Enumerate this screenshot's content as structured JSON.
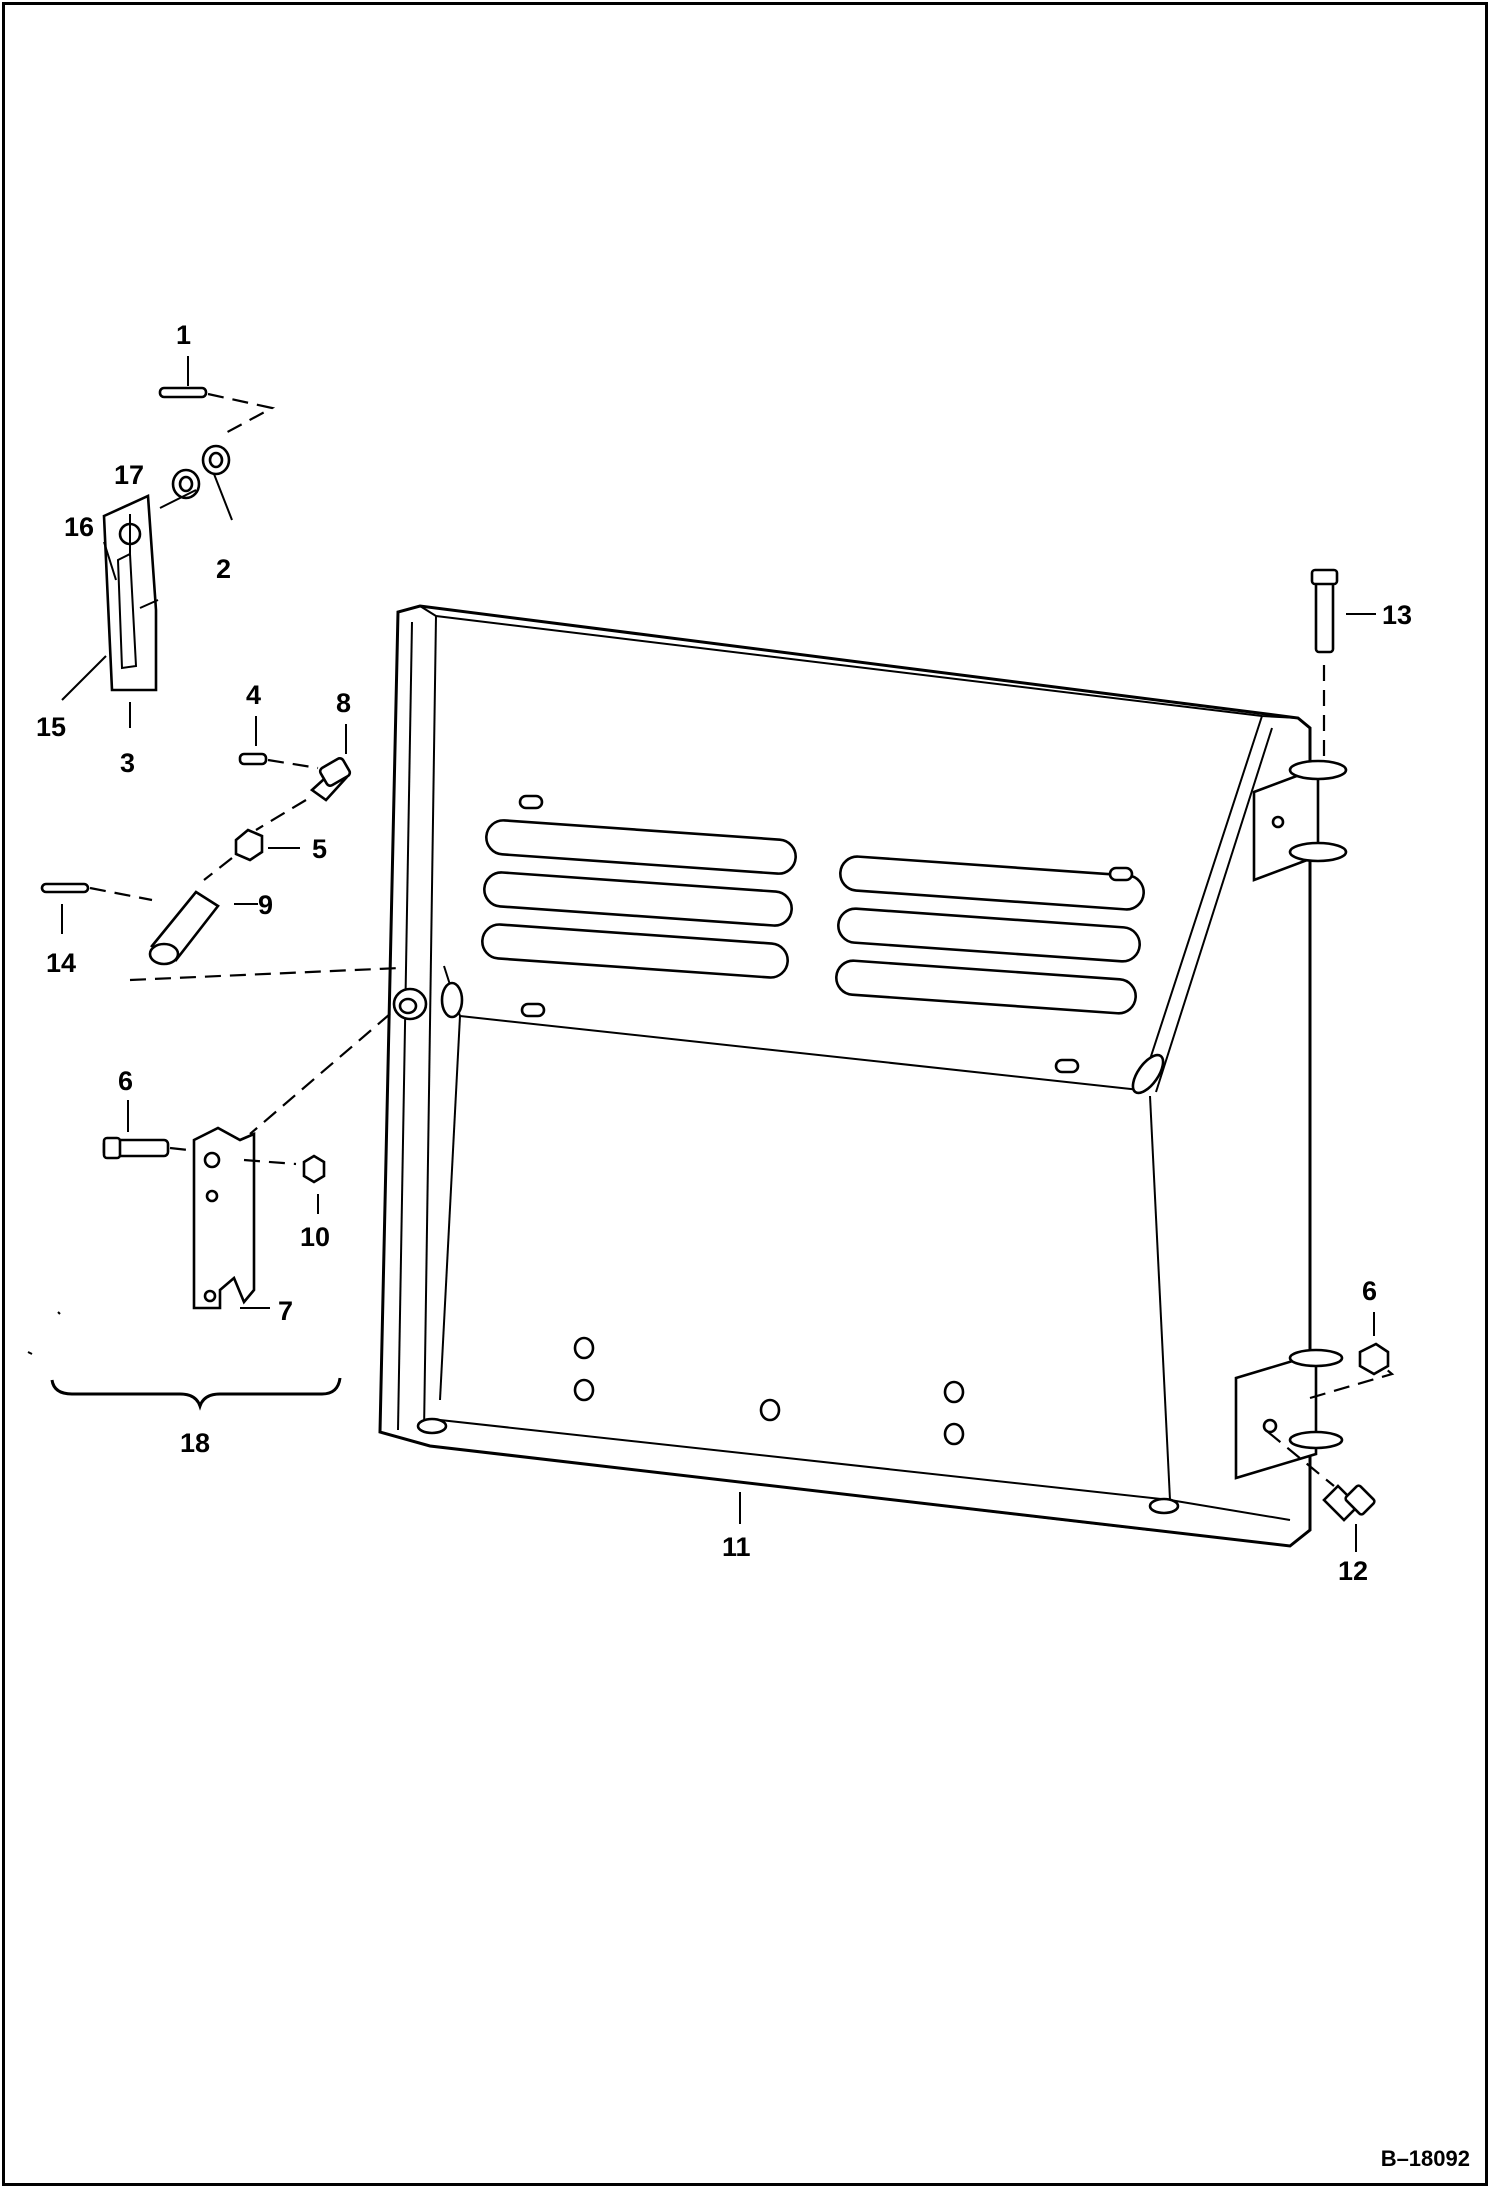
{
  "callouts": {
    "c1": "1",
    "c2": "2",
    "c3": "3",
    "c4": "4",
    "c5": "5",
    "c6a": "6",
    "c6b": "6",
    "c7": "7",
    "c8": "8",
    "c9": "9",
    "c10": "10",
    "c11": "11",
    "c12": "12",
    "c13": "13",
    "c14": "14",
    "c15": "15",
    "c16": "16",
    "c17": "17",
    "c18": "18"
  },
  "reference_code": "B–18092",
  "colors": {
    "ink": "#000000",
    "paper": "#ffffff"
  }
}
